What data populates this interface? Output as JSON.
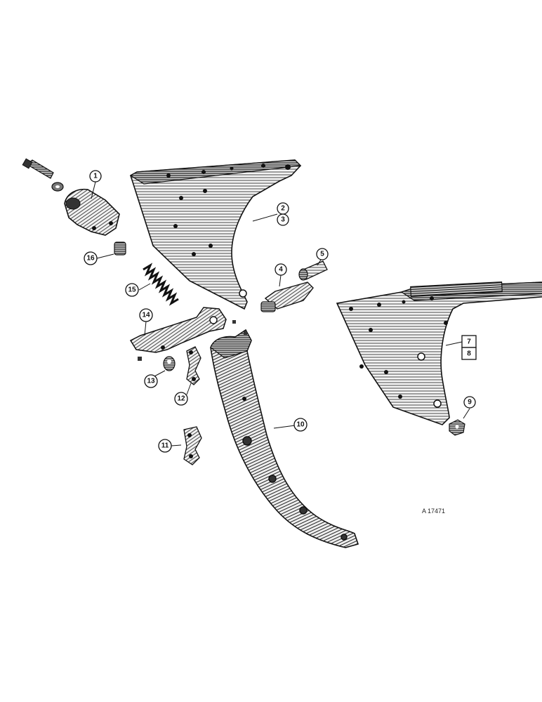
{
  "figure": {
    "reference": "A 17471",
    "callouts": [
      {
        "id": "c1",
        "label": "1"
      },
      {
        "id": "c2",
        "label": "2"
      },
      {
        "id": "c3",
        "label": "3"
      },
      {
        "id": "c4",
        "label": "4"
      },
      {
        "id": "c5",
        "label": "5"
      },
      {
        "id": "c7",
        "label": "7"
      },
      {
        "id": "c8",
        "label": "8"
      },
      {
        "id": "c9",
        "label": "9"
      },
      {
        "id": "c10",
        "label": "10"
      },
      {
        "id": "c11",
        "label": "11"
      },
      {
        "id": "c12",
        "label": "12"
      },
      {
        "id": "c13",
        "label": "13"
      },
      {
        "id": "c14",
        "label": "14"
      },
      {
        "id": "c15",
        "label": "15"
      },
      {
        "id": "c16",
        "label": "16"
      }
    ]
  }
}
